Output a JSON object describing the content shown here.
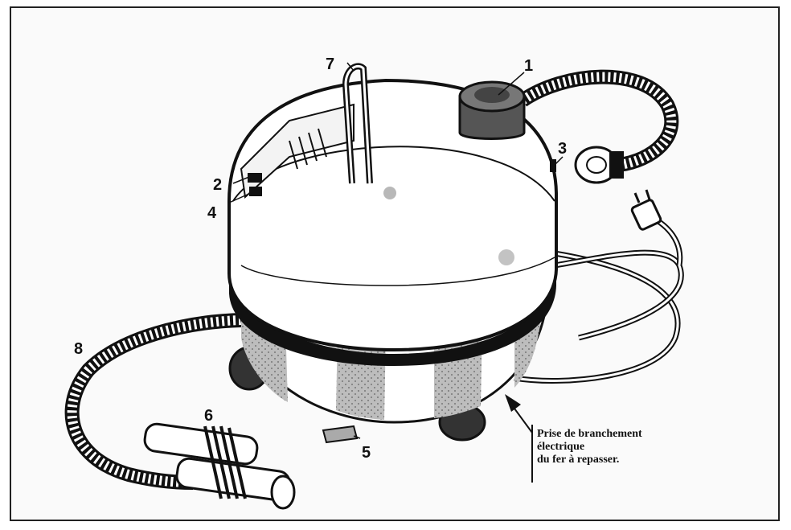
{
  "callouts": {
    "n1": "1",
    "n2": "2",
    "n3": "3",
    "n4": "4",
    "n5": "5",
    "n6": "6",
    "n7": "7",
    "n8": "8"
  },
  "caption": {
    "line1": "Prise de branchement",
    "line2": "électrique",
    "line3": "du fer à repasser."
  },
  "colors": {
    "ink": "#111111",
    "paper": "#fafafa",
    "shade": "#888888"
  }
}
